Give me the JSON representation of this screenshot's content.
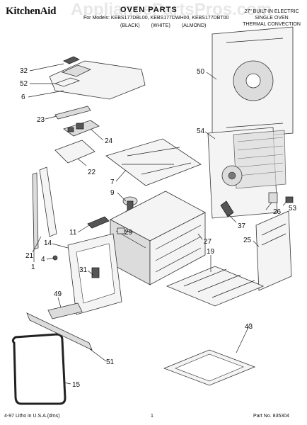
{
  "header": {
    "brand": "KitchenAid",
    "title": "OVEN PARTS",
    "models": "For Models: KEBS177DBL00, KEBS177DWH00, KEBS177DBT00",
    "colors": [
      "(BLACK)",
      "(WHITE)",
      "(ALMOND)"
    ],
    "description": [
      "27\" BUILT-IN ELECTRIC",
      "SINGLE OVEN",
      "THERMAL CONVECTION"
    ],
    "watermark": "AppliancePartsPros.com"
  },
  "footer": {
    "left": "4-97 Litho in U.S.A.(dms)",
    "page": "1",
    "part_no": "Part No. 835304"
  },
  "callouts": [
    "32",
    "52",
    "6",
    "23",
    "24",
    "22",
    "50",
    "54",
    "7",
    "9",
    "26",
    "53",
    "37",
    "11",
    "29",
    "27",
    "14",
    "4",
    "21",
    "1",
    "25",
    "19",
    "31",
    "49",
    "51",
    "43",
    "15"
  ]
}
